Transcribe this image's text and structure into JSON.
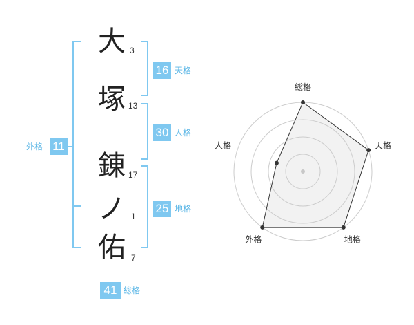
{
  "name": {
    "characters": [
      {
        "char": "大",
        "strokes": "3"
      },
      {
        "char": "塚",
        "strokes": "13"
      },
      {
        "char": "錬",
        "strokes": "17"
      },
      {
        "char": "ノ",
        "strokes": "1"
      },
      {
        "char": "佑",
        "strokes": "7"
      }
    ]
  },
  "fortunes": {
    "tenkaku": {
      "value": "16",
      "label": "天格"
    },
    "jinkaku": {
      "value": "30",
      "label": "人格"
    },
    "chikaku": {
      "value": "25",
      "label": "地格"
    },
    "gaikaku": {
      "value": "11",
      "label": "外格"
    },
    "soukaku": {
      "value": "41",
      "label": "総格"
    }
  },
  "radar": {
    "axes": [
      "総格",
      "天格",
      "地格",
      "外格",
      "人格"
    ],
    "values": [
      1.0,
      1.0,
      1.0,
      1.0,
      0.4
    ],
    "rings": 4,
    "fill_color": "#f2f2f2",
    "line_color": "#333333",
    "ring_color": "#cccccc"
  },
  "colors": {
    "accent": "#7fc8f0",
    "accent_text": "#5ab6e6"
  }
}
